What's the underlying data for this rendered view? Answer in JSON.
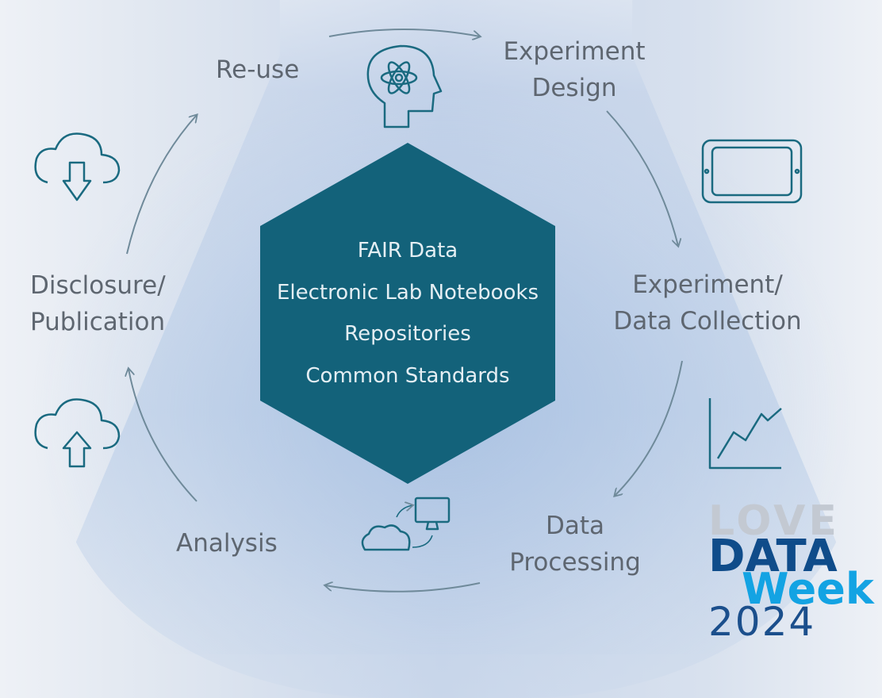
{
  "center": {
    "items": [
      "FAIR Data",
      "Electronic Lab Notebooks",
      "Repositories",
      "Common Standards"
    ],
    "fill_color": "#13627a"
  },
  "stages": {
    "reuse": "Re-use",
    "experiment_design": [
      "Experiment",
      "Design"
    ],
    "data_collection": [
      "Experiment/",
      "Data Collection"
    ],
    "data_processing": [
      "Data",
      "Processing"
    ],
    "analysis": "Analysis",
    "disclosure": [
      "Disclosure/",
      "Publication"
    ]
  },
  "icons": [
    "head-atom-icon",
    "tablet-icon",
    "line-chart-icon",
    "cloud-sync-computer-icon",
    "cloud-upload-icon",
    "cloud-download-icon"
  ],
  "logo": {
    "love": "LOVE",
    "data": "DATA",
    "week": "Week",
    "year": "2024"
  },
  "colors": {
    "text": "#5e6670",
    "icon": "#1a6a80",
    "arrow": "#6f8a9a"
  }
}
